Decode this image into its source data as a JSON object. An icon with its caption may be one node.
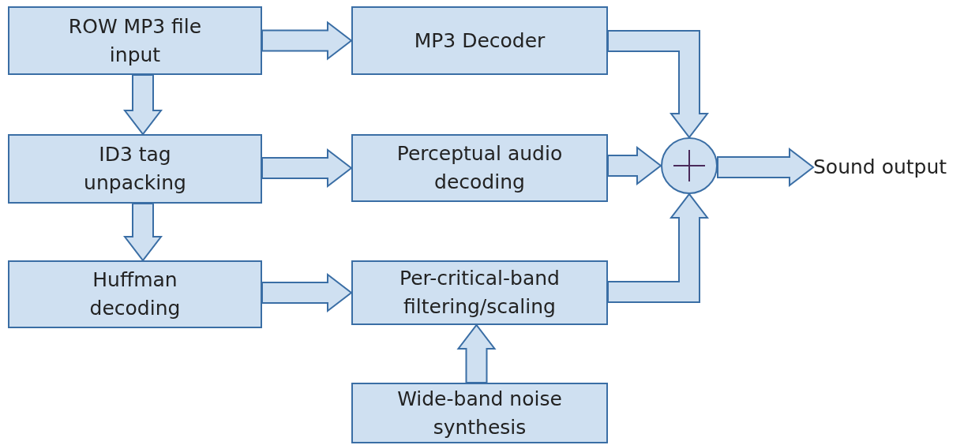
{
  "diagram": {
    "nodes": [
      {
        "text": [
          "ROW MP3 file input"
        ]
      },
      {
        "text": [
          "MP3 Decoder"
        ]
      },
      {
        "text": [
          "ID3 tag unpacking"
        ]
      },
      {
        "text": [
          "Perceptual audio decoding"
        ]
      },
      {
        "text": [
          "Huffman decoding"
        ]
      },
      {
        "text": [
          "Per-critical-band filtering/scaling"
        ]
      },
      {
        "text": [
          "Wide-band noise synthesis"
        ]
      },
      {
        "text": [],
        "shape": "circle"
      },
      {
        "text": [
          "Sound output"
        ]
      }
    ],
    "edges": [
      {
        "from": 0,
        "to": 1,
        "arrow": "to"
      },
      {
        "from": 0,
        "to": 2,
        "arrow": "to"
      },
      {
        "from": 2,
        "to": 3,
        "arrow": "to"
      },
      {
        "from": 2,
        "to": 4,
        "arrow": "to"
      },
      {
        "from": 4,
        "to": 5,
        "arrow": "to"
      },
      {
        "from": 6,
        "to": 5,
        "arrow": "to"
      },
      {
        "from": 1,
        "to": 7,
        "arrow": "to"
      },
      {
        "from": 3,
        "to": 7,
        "arrow": "to"
      },
      {
        "from": 5,
        "to": 7,
        "arrow": "to"
      },
      {
        "from": 7,
        "to": 8,
        "arrow": "to"
      }
    ]
  }
}
